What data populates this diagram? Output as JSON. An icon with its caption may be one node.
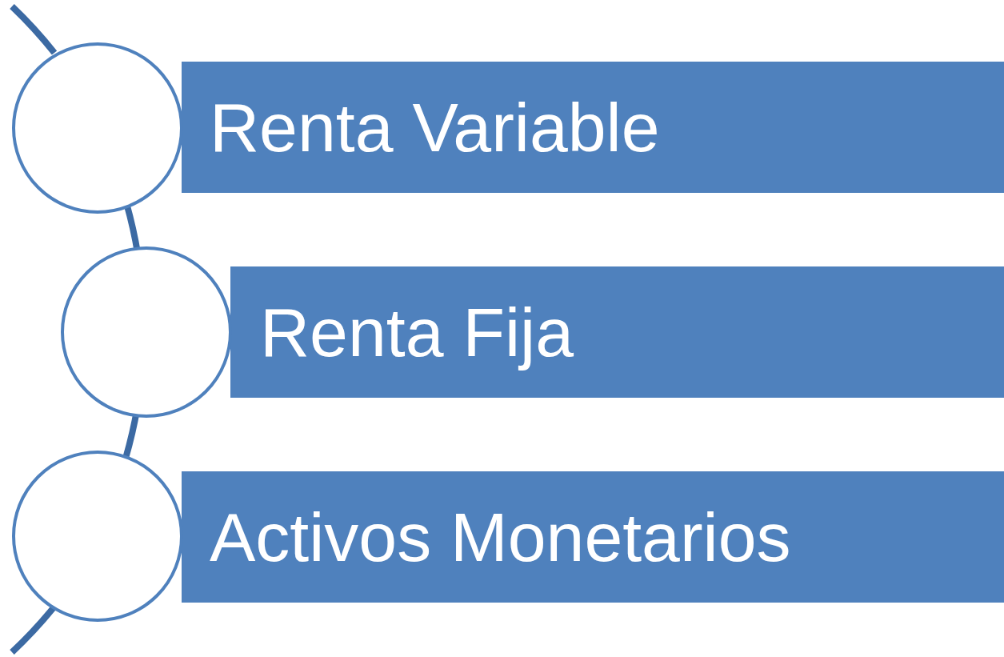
{
  "diagram": {
    "nodes": [
      {
        "text": [],
        "shape": "circle"
      },
      {
        "text": [
          "Renta Variable"
        ]
      },
      {
        "text": [],
        "shape": "circle"
      },
      {
        "text": [
          "Renta Fija"
        ]
      },
      {
        "text": [],
        "shape": "circle"
      },
      {
        "text": [
          "Activos Monetarios"
        ]
      }
    ],
    "edges": [
      {
        "from": 0,
        "to": 2,
        "arrow": "none"
      },
      {
        "from": 2,
        "to": 4,
        "arrow": "none"
      }
    ]
  }
}
